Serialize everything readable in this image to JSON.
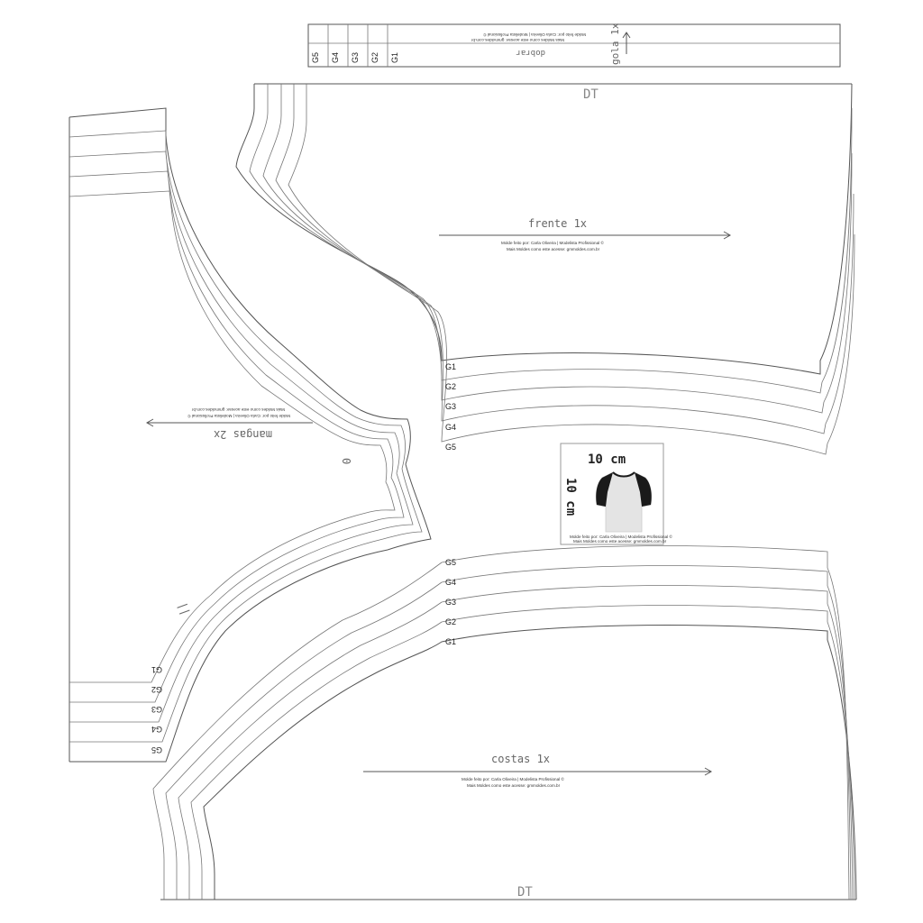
{
  "sizes": [
    "G1",
    "G2",
    "G3",
    "G4",
    "G5"
  ],
  "gola": {
    "label": "gola 1x",
    "fold": "dobrar",
    "credit": [
      "Molde feito por: Carla Oliveira | Modelista Profissional ©",
      "Mais Moldes como este acesse: gmmoldes.com.br"
    ]
  },
  "frente": {
    "label": "frente 1x",
    "fold": "DT",
    "credit": [
      "Molde feito por: Carla Oliveira | Modelista Profissional ©",
      "Mais Moldes como este acesse: gmmoldes.com.br"
    ]
  },
  "costas": {
    "label": "costas 1x",
    "fold": "DT",
    "credit": [
      "Molde feito por: Carla Oliveira | Modelista Profissional ©",
      "Mais Moldes como este acesse: gmmoldes.com.br"
    ]
  },
  "mangas": {
    "label": "mangas 2x",
    "front_mark": "0",
    "back_mark": "||",
    "credit": [
      "Molde feito por: Carla Oliveira | Modelista Profissional ©",
      "Mais Moldes como este acesse: gmmoldes.com.br"
    ]
  },
  "reference": {
    "width_label": "10 cm",
    "height_label": "10 cm",
    "credit": [
      "Molde feito por: Carla Oliveira | Modelista Profissional ©",
      "Mais Moldes como este acesse: gmmoldes.com.br"
    ],
    "shirt_body_color": "#e4e4e4",
    "shirt_sleeve_color": "#1a1a1a"
  }
}
